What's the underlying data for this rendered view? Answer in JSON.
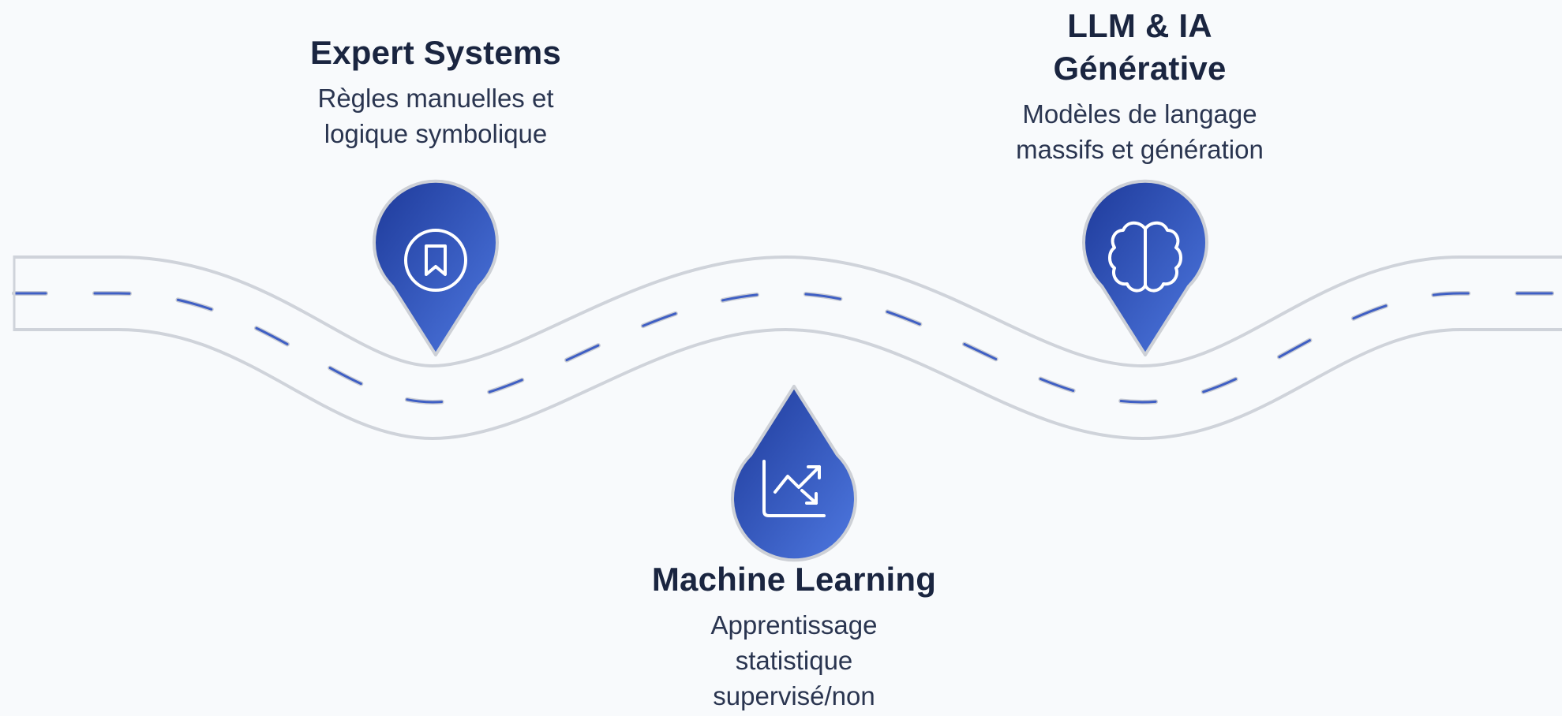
{
  "colors": {
    "background": "#f8fafc",
    "road_edge": "#cfd3da",
    "road_fill": "#f8fafc",
    "dash": "#3f5fc4",
    "dash_outline": "#c9ccd4",
    "pin_dark": "#1e3a9a",
    "pin_light": "#4e78e0",
    "pin_outline": "#cdd0d6",
    "icon": "#ffffff",
    "title_text": "#1a2540",
    "desc_text": "#2a3550"
  },
  "milestones": [
    {
      "id": "expert-systems",
      "icon": "bookmark-circle-icon",
      "title_lines": [
        "Expert Systems"
      ],
      "desc_lines": [
        "Règles manuelles et",
        "logique symbolique"
      ]
    },
    {
      "id": "machine-learning",
      "icon": "chart-trend-icon",
      "title_lines": [
        "Machine Learning"
      ],
      "desc_lines": [
        "Apprentissage",
        "statistique",
        "supervisé/non"
      ]
    },
    {
      "id": "llm-ia-generative",
      "icon": "brain-icon",
      "title_lines": [
        "LLM & IA",
        "Générative"
      ],
      "desc_lines": [
        "Modèles de langage",
        "massifs et génération"
      ]
    }
  ]
}
